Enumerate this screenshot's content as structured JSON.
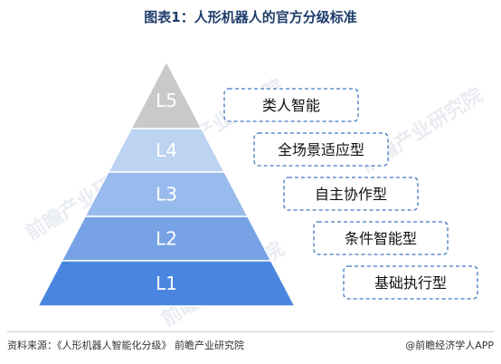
{
  "title": "图表1：人形机器人的官方分级标准",
  "levels": [
    {
      "id": "L5",
      "label": "类人智能",
      "color": "#c9c9c9"
    },
    {
      "id": "L4",
      "label": "全场景适应型",
      "color": "#bcd3f2"
    },
    {
      "id": "L3",
      "label": "自主协作型",
      "color": "#98baec"
    },
    {
      "id": "L2",
      "label": "条件智能型",
      "color": "#77a3e6"
    },
    {
      "id": "L1",
      "label": "基础执行型",
      "color": "#4a86df"
    }
  ],
  "colors": {
    "box_border": "#3f77c2",
    "level_text": "#ffffff",
    "box_text": "#111111"
  },
  "watermark": "前瞻产业研究院",
  "footer": {
    "source": "资料来源：《人形机器人智能化分级》 前瞻产业研究院",
    "credit": "@前瞻经济学人APP"
  }
}
